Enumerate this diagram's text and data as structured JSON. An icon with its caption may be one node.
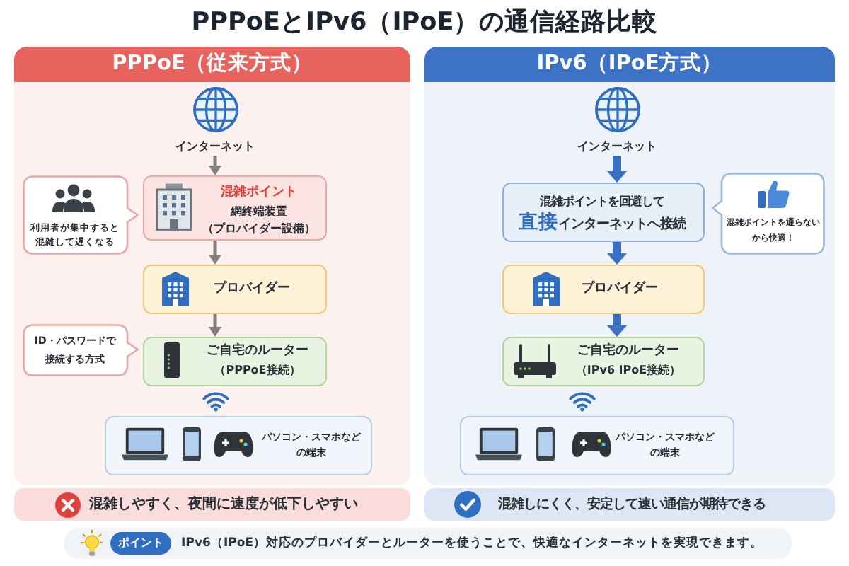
{
  "diagram": {
    "title": "PPPoEとIPv6（IPoE）の通信経路比較",
    "nodes": [
      {
        "text": [
          "PPPoE（従来方式）"
        ]
      },
      {
        "text": [
          "インターネット"
        ],
        "in": 0
      },
      {
        "text": [
          "混雑ポイント",
          "網終端装置（プロバイダー設備）"
        ],
        "in": 0
      },
      {
        "text": [
          "利用者が集中すると混雑して遅くなる"
        ],
        "in": 0
      },
      {
        "text": [
          "プロバイダー"
        ],
        "in": 0
      },
      {
        "text": [
          "ご自宅のルーター",
          "（PPPoE接続）"
        ],
        "in": 0
      },
      {
        "text": [
          "ID・パスワードで接続する方式"
        ],
        "in": 0
      },
      {
        "text": [
          "パソコン・スマホなどの端末"
        ],
        "in": 0
      },
      {
        "text": [
          "混雑しやすく、夜間に速度が低下しやすい"
        ]
      },
      {
        "text": [
          "IPv6（IPoE方式）"
        ]
      },
      {
        "text": [
          "インターネット"
        ],
        "in": 9
      },
      {
        "text": [
          "混雑ポイントを回避して",
          "**直接**インターネットへ接続"
        ],
        "in": 9
      },
      {
        "text": [
          "混雑ポイントを通らないから快適！"
        ],
        "in": 9
      },
      {
        "text": [
          "プロバイダー"
        ],
        "in": 9
      },
      {
        "text": [
          "ご自宅のルーター",
          "（IPv6 IPoE接続）"
        ],
        "in": 9
      },
      {
        "text": [
          "パソコン・スマホなどの端末"
        ],
        "in": 9
      },
      {
        "text": [
          "混雑しにくく、安定して速い通信が期待できる"
        ]
      },
      {
        "text": [
          "IPv6（IPoE）対応のプロバイダーとルーターを使うことで、快適なインターネットを実現できます。"
        ]
      },
      {
        "text": [
          "ポイント"
        ],
        "in": 17
      }
    ],
    "edges": [
      {
        "from": 1,
        "to": 2,
        "arrow": "to",
        "color": "#808080"
      },
      {
        "from": 2,
        "to": 4,
        "arrow": "to",
        "color": "#808080"
      },
      {
        "from": 4,
        "to": 5,
        "arrow": "to",
        "color": "#808080"
      },
      {
        "from": 10,
        "to": 11,
        "arrow": "to",
        "style": "thick",
        "color": "#3a70c2"
      },
      {
        "from": 11,
        "to": 13,
        "arrow": "to",
        "style": "thick",
        "color": "#3a70c2"
      },
      {
        "from": 13,
        "to": 14,
        "arrow": "to",
        "style": "thick",
        "color": "#3a70c2"
      }
    ]
  }
}
